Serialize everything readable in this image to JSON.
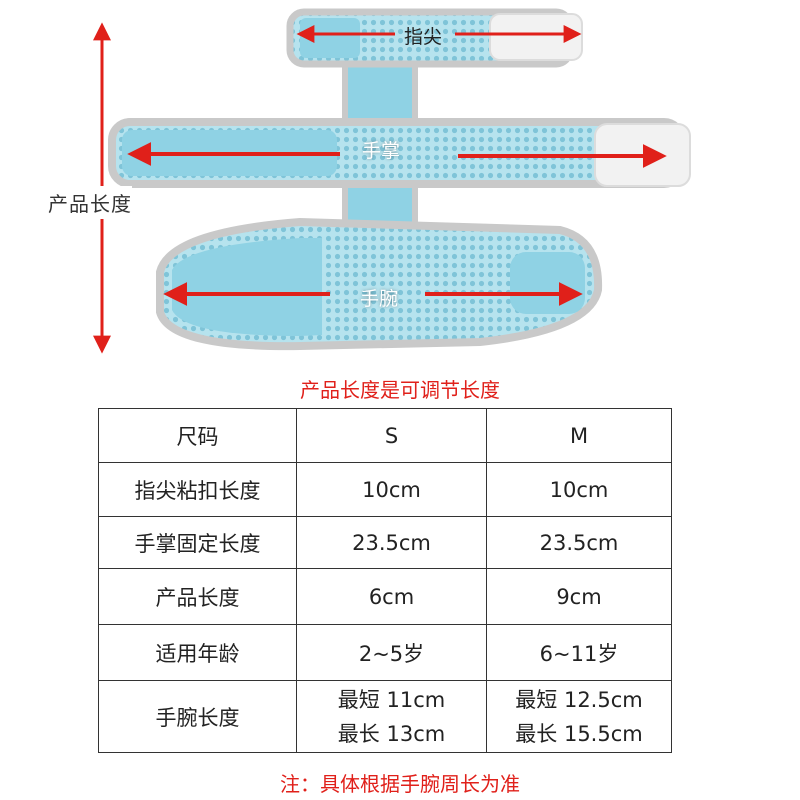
{
  "labels": {
    "fingertip": "指尖",
    "palm": "手掌",
    "wrist": "手腕",
    "product_length": "产品长度"
  },
  "caption_adjustable": "产品长度是可调节长度",
  "table": {
    "header": [
      "尺码",
      "S",
      "M"
    ],
    "rows": [
      [
        "指尖粘扣长度",
        "10cm",
        "10cm"
      ],
      [
        "手掌固定长度",
        "23.5cm",
        "23.5cm"
      ],
      [
        "产品长度",
        "6cm",
        "9cm"
      ],
      [
        "适用年龄",
        "2~5岁",
        "6~11岁"
      ]
    ],
    "wrist_row": {
      "label": "手腕长度",
      "s_line1": "最短 11cm",
      "s_line2": "最长 13cm",
      "m_line1": "最短 12.5cm",
      "m_line2": "最长 15.5cm"
    }
  },
  "note": "注：具体根据手腕周长为准",
  "colors": {
    "strap_blue": "#8fd2e4",
    "mesh_blue": "#a8dbe8",
    "border_gray": "#c9c9c9",
    "arrow_red": "#e0201a"
  }
}
